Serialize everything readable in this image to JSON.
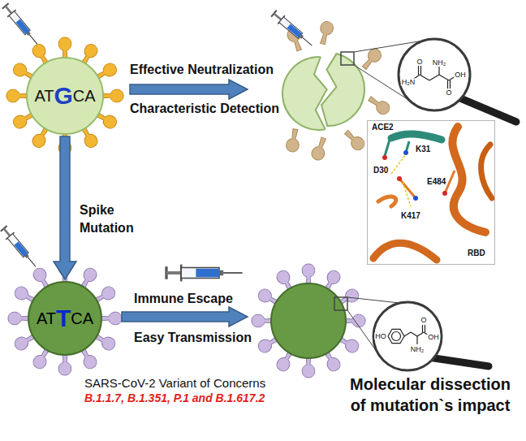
{
  "diagram": {
    "nodes": [
      {
        "text": [
          "AT",
          "G",
          "CA"
        ]
      },
      {
        "text": [
          "O",
          "NH₂",
          "OH",
          "H₂N",
          "O"
        ]
      },
      {
        "text": [
          "ACE2",
          "K31",
          "D30",
          "E484",
          "K417",
          "RBD"
        ]
      },
      {
        "text": [
          "AT",
          "T",
          "CA"
        ]
      },
      {
        "text": [
          "O",
          "HO",
          "OH",
          "NH₂"
        ]
      }
    ],
    "edges": [
      {
        "from": 0,
        "to": 3,
        "arrow": "to",
        "label": "Spike Mutation"
      }
    ],
    "labels": [
      "Effective Neutralization",
      "Characteristic Detection",
      "Immune Escape",
      "Easy Transmission",
      "SARS-CoV-2 Variant of Concerns",
      "B.1.1.7, B.1.351, P.1 and B.1.617.2",
      "Molecular dissection of mutation`s impact"
    ]
  }
}
